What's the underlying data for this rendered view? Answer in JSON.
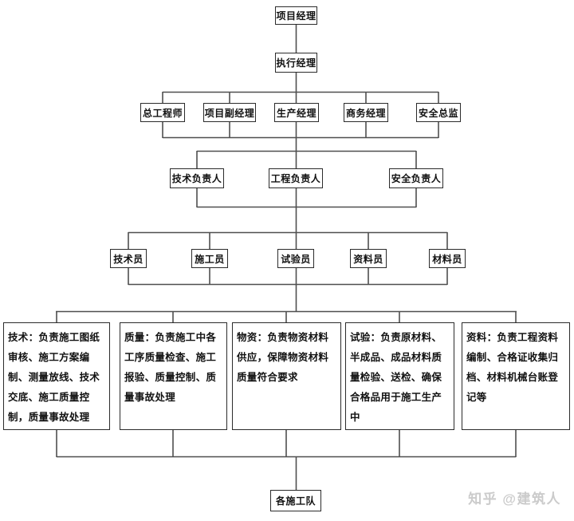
{
  "org_chart": {
    "level1": {
      "label": "项目经理"
    },
    "level2": {
      "label": "执行经理"
    },
    "level3": [
      {
        "label": "总工程师"
      },
      {
        "label": "项目副经理"
      },
      {
        "label": "生产经理"
      },
      {
        "label": "商务经理"
      },
      {
        "label": "安全总监"
      }
    ],
    "level4": [
      {
        "label": "技术负责人"
      },
      {
        "label": "工程负责人"
      },
      {
        "label": "安全负责人"
      }
    ],
    "level5": [
      {
        "label": "技术员"
      },
      {
        "label": "施工员"
      },
      {
        "label": "试验员"
      },
      {
        "label": "资料员"
      },
      {
        "label": "材料员"
      }
    ],
    "duties": [
      {
        "text": "技术：负责施工图纸审核、施工方案编制、测量放线、技术交底、施工质量控制，质量事故处理"
      },
      {
        "text": "质量：负责施工中各工序质量检查、施工报验、质量控制、质量事故处理"
      },
      {
        "text": "物资：负责物资材料供应，保障物资材料质量符合要求"
      },
      {
        "text": "试验：负责原材料、半成品、成品材料质量检验、送检、确保合格品用于施工生产中"
      },
      {
        "text": "资料：负责工程资料编制、合格证收集归档、材料机械台账登记等"
      }
    ],
    "bottom": {
      "label": "各施工队"
    }
  },
  "watermark": {
    "text": "知乎 @建筑人"
  },
  "colors": {
    "line": "#4f4f4f",
    "border": "#2b2b2b",
    "watermark": "#cbcbcb"
  }
}
